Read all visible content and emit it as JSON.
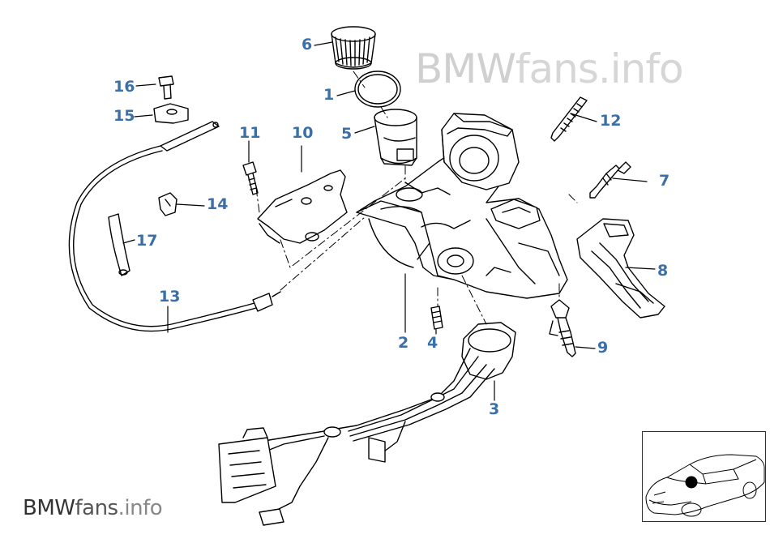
{
  "watermark": {
    "brand": "BMW",
    "suffix": "fans.info"
  },
  "footer": {
    "brand": "BMW",
    "suffix": "fans",
    "tld": ".info"
  },
  "callouts": {
    "c1": "1",
    "c2": "2",
    "c3": "3",
    "c4": "4",
    "c5": "5",
    "c6": "6",
    "c7": "7",
    "c8": "8",
    "c9": "9",
    "c10": "10",
    "c11": "11",
    "c12": "12",
    "c13": "13",
    "c14": "14",
    "c15": "15",
    "c16": "16",
    "c17": "17"
  },
  "colors": {
    "callout": "#3a6fa8",
    "line": "#000000",
    "watermark": "#d6d6d6"
  }
}
